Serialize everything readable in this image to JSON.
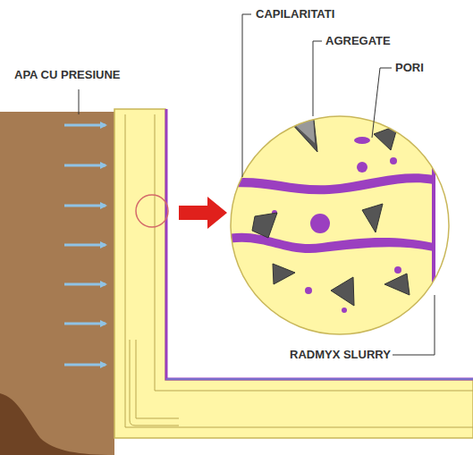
{
  "diagram": {
    "labels": [
      "CAPILARITATI",
      "AGREGATE",
      "PORI",
      "APA CU PRESIUNE",
      "RADMYX SLURRY"
    ]
  }
}
